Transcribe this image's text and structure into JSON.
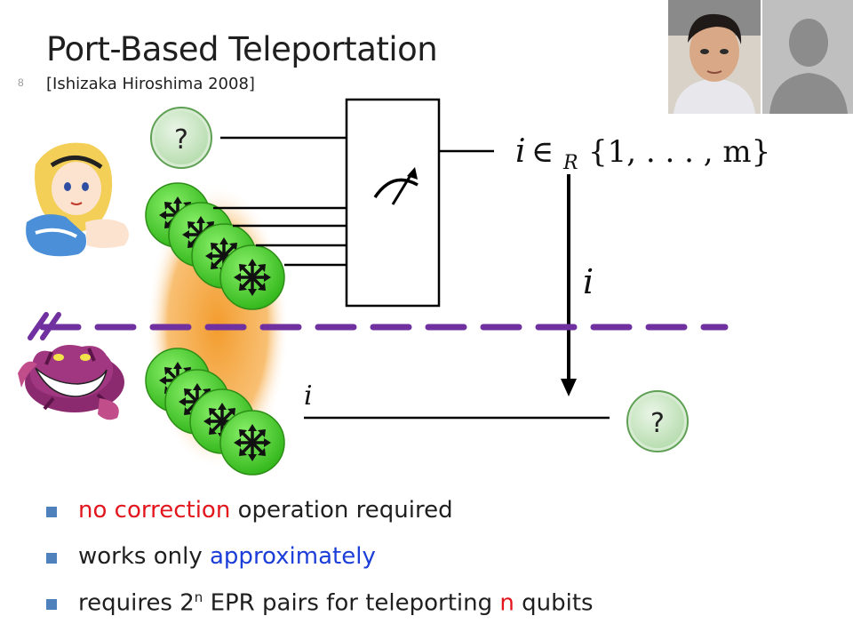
{
  "slide_number": "8",
  "title": "Port-Based Teleportation",
  "subtitle": "[Ishizaka Hiroshima 2008]",
  "diagram": {
    "input_state_label": "?",
    "output_state_label": "?",
    "measurement_outcome": {
      "var": "i",
      "relation": "∈",
      "subscript": "R",
      "set": "{1, . . . , m}"
    },
    "classical_message": "i",
    "port_label": "i"
  },
  "bullets": [
    {
      "pre": "",
      "highlight": "no correction",
      "post": " operation required",
      "color": "#e2161d"
    },
    {
      "pre": "works only ",
      "highlight": "approximately",
      "post": "",
      "color": "#1c3ed8"
    },
    {
      "pre": "requires 2",
      "sup": "n",
      "mid": " EPR pairs for teleporting ",
      "highlight": "n",
      "post": " qubits",
      "color": "#e2161d"
    }
  ],
  "colors": {
    "accent_bullet": "#4f81bd",
    "qubit_green": "#4ccd2c",
    "divider_purple": "#7030a0",
    "entanglement_orange": "#f39c2d"
  }
}
